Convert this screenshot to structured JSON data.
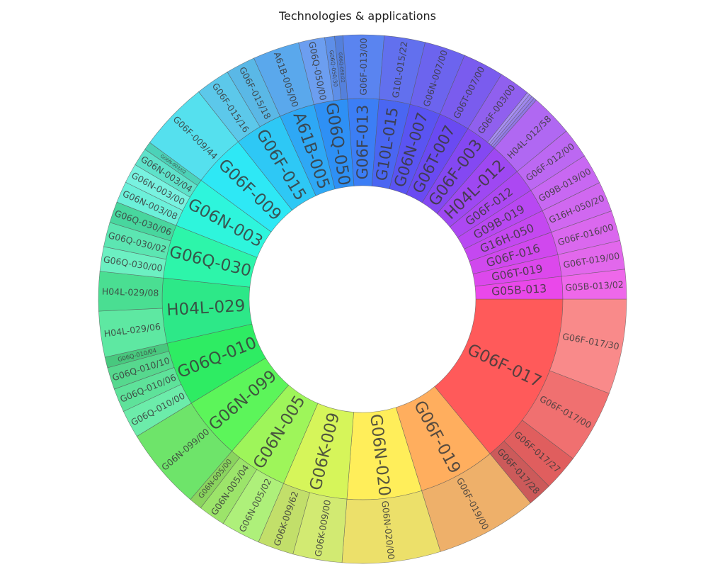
{
  "chart_data": {
    "type": "sunburst",
    "title": "Technologies & applications",
    "inner": [
      {
        "name": "G06F-017",
        "value": 14.0,
        "color": "#ff5a5a"
      },
      {
        "name": "G06F-019",
        "value": 6.2,
        "color": "#ffae5e"
      },
      {
        "name": "G06N-020",
        "value": 6.0,
        "color": "#ffee5a"
      },
      {
        "name": "G06K-009",
        "value": 5.2,
        "color": "#d6f55a"
      },
      {
        "name": "G06N-005",
        "value": 4.85,
        "color": "#9ef55a"
      },
      {
        "name": "G06N-099",
        "value": 5.0,
        "color": "#5cf55a"
      },
      {
        "name": "G06Q-010",
        "value": 5.15,
        "color": "#2eec63"
      },
      {
        "name": "H04L-029",
        "value": 5.2,
        "color": "#2de888"
      },
      {
        "name": "G06Q-030",
        "value": 4.3,
        "color": "#2df5aa"
      },
      {
        "name": "G06N-003",
        "value": 4.1,
        "color": "#2ef5dc"
      },
      {
        "name": "G06F-009",
        "value": 4.25,
        "color": "#2ee8f5"
      },
      {
        "name": "G06F-015",
        "value": 3.9,
        "color": "#2ec8f5"
      },
      {
        "name": "A61B-005",
        "value": 2.85,
        "color": "#2ea8f5"
      },
      {
        "name": "G06Q-050",
        "value": 2.7,
        "color": "#2e90f5"
      },
      {
        "name": "G06F-013",
        "value": 2.5,
        "color": "#3c7ef5"
      },
      {
        "name": "G10L-015",
        "value": 2.5,
        "color": "#4a66f2"
      },
      {
        "name": "G06N-007",
        "value": 2.5,
        "color": "#5a54f2"
      },
      {
        "name": "G06T-007",
        "value": 2.5,
        "color": "#6a4af2"
      },
      {
        "name": "G06F-003",
        "value": 2.6,
        "color": "#8448f2"
      },
      {
        "name": "H04L-012",
        "value": 2.6,
        "color": "#9e48f2"
      },
      {
        "name": "G06F-012",
        "value": 1.85,
        "color": "#ac48f2"
      },
      {
        "name": "G09B-019",
        "value": 1.85,
        "color": "#b848f2"
      },
      {
        "name": "G16H-050",
        "value": 1.85,
        "color": "#c448f0"
      },
      {
        "name": "G06F-016",
        "value": 1.85,
        "color": "#d048ee"
      },
      {
        "name": "G06T-019",
        "value": 1.75,
        "color": "#dc48ec"
      },
      {
        "name": "G05B-013",
        "value": 1.8,
        "color": "#ea48ea"
      }
    ],
    "outer": [
      {
        "parent": "G06F-017",
        "name": "G06F-017/30",
        "value": 5.8,
        "color": "#f98a8a"
      },
      {
        "parent": "G06F-017",
        "name": "G06F-017/00",
        "value": 4.5,
        "color": "#f07070"
      },
      {
        "parent": "G06F-017",
        "name": "G06F-017/27",
        "value": 2.2,
        "color": "#e05e5e"
      },
      {
        "parent": "G06F-017",
        "name": "G06F-017/28",
        "value": 1.5,
        "color": "#cc5a5a"
      },
      {
        "parent": "G06F-019",
        "name": "G06F-019/00",
        "value": 6.2,
        "color": "#eeb06a"
      },
      {
        "parent": "G06N-020",
        "name": "G06N-020/00",
        "value": 6.0,
        "color": "#ece06a"
      },
      {
        "parent": "G06K-009",
        "name": "G06K-009/00",
        "value": 3.0,
        "color": "#d2ea72"
      },
      {
        "parent": "G06K-009",
        "name": "G06K-009/62",
        "value": 2.2,
        "color": "#c2df6a"
      },
      {
        "parent": "G06N-005",
        "name": "G06N-005/02",
        "value": 2.4,
        "color": "#aef07a"
      },
      {
        "parent": "G06N-005",
        "name": "G06N-005/04",
        "value": 1.65,
        "color": "#9ce46a"
      },
      {
        "parent": "G06N-005",
        "name": "G06N-005/00",
        "value": 0.8,
        "color": "#8ad45e"
      },
      {
        "parent": "G06N-099",
        "name": "G06N-099/00",
        "value": 5.0,
        "color": "#6ee46a"
      },
      {
        "parent": "G06Q-010",
        "name": "G06Q-010/00",
        "value": 1.7,
        "color": "#6cecaa"
      },
      {
        "parent": "G06Q-010",
        "name": "G06Q-010/06",
        "value": 1.45,
        "color": "#5ee29a"
      },
      {
        "parent": "G06Q-010",
        "name": "G06Q-010/10",
        "value": 1.35,
        "color": "#56d88e"
      },
      {
        "parent": "G06Q-010",
        "name": "G06Q-010/04",
        "value": 0.65,
        "color": "#48c87e"
      },
      {
        "parent": "H04L-029",
        "name": "H04L-029/06",
        "value": 2.8,
        "color": "#5ee8a2"
      },
      {
        "parent": "H04L-029",
        "name": "H04L-029/08",
        "value": 2.4,
        "color": "#4ade92"
      },
      {
        "parent": "G06Q-030",
        "name": "G06Q-030/00",
        "value": 1.5,
        "color": "#6cf0c2"
      },
      {
        "parent": "G06Q-030",
        "name": "G06Q-030/02",
        "value": 1.5,
        "color": "#5ce6b2"
      },
      {
        "parent": "G06Q-030",
        "name": "G06Q-030/06",
        "value": 1.3,
        "color": "#48d69e"
      },
      {
        "parent": "G06N-003",
        "name": "G06N-003/08",
        "value": 1.3,
        "color": "#6cf0da"
      },
      {
        "parent": "G06N-003",
        "name": "G06N-003/00",
        "value": 1.2,
        "color": "#78f2e0"
      },
      {
        "parent": "G06N-003",
        "name": "G06N-003/04",
        "value": 1.1,
        "color": "#5ee2ca"
      },
      {
        "parent": "G06N-003",
        "name": "G06N-003/02",
        "value": 0.5,
        "color": "#4cd2b8"
      },
      {
        "parent": "G06F-009",
        "name": "G06F-009/44",
        "value": 4.25,
        "color": "#55e0ee"
      },
      {
        "parent": "G06F-015",
        "name": "G06F-015/16",
        "value": 2.1,
        "color": "#5cc8ea"
      },
      {
        "parent": "G06F-015",
        "name": "G06F-015/18",
        "value": 1.8,
        "color": "#5ab8e6"
      },
      {
        "parent": "A61B-005",
        "name": "A61B-005/00",
        "value": 2.85,
        "color": "#5aa8ec"
      },
      {
        "parent": "G06Q-050",
        "name": "G06Q-050/00",
        "value": 1.6,
        "color": "#6c9ef0"
      },
      {
        "parent": "G06Q-050",
        "name": "G06Q-050/30",
        "value": 0.6,
        "color": "#5e8fe8"
      },
      {
        "parent": "G06Q-050",
        "name": "G06Q-050/22",
        "value": 0.5,
        "color": "#5480dc"
      },
      {
        "parent": "G06F-013",
        "name": "G06F-013/00",
        "value": 2.5,
        "color": "#5a84f0"
      },
      {
        "parent": "G10L-015",
        "name": "G10L-015/22",
        "value": 2.5,
        "color": "#6270ee"
      },
      {
        "parent": "G06N-007",
        "name": "G06N-007/00",
        "value": 2.5,
        "color": "#6c64ee"
      },
      {
        "parent": "G06T-007",
        "name": "G06T-007/00",
        "value": 2.5,
        "color": "#7a5cee"
      },
      {
        "parent": "G06F-003",
        "name": "G06F-003/00",
        "value": 1.9,
        "color": "#9060ee"
      },
      {
        "parent": "G06F-003",
        "name": "",
        "value": 0.18,
        "color": "#a890f2"
      },
      {
        "parent": "G06F-003",
        "name": "",
        "value": 0.18,
        "color": "#a088ee"
      },
      {
        "parent": "G06F-003",
        "name": "",
        "value": 0.17,
        "color": "#9880ea"
      },
      {
        "parent": "G06F-003",
        "name": "",
        "value": 0.17,
        "color": "#9078e6"
      },
      {
        "parent": "H04L-012",
        "name": "H04L-012/58",
        "value": 2.6,
        "color": "#b068f2"
      },
      {
        "parent": "G06F-012",
        "name": "G06F-012/00",
        "value": 1.85,
        "color": "#bc68f2"
      },
      {
        "parent": "G09B-019",
        "name": "G09B-019/00",
        "value": 1.85,
        "color": "#c868f2"
      },
      {
        "parent": "G16H-050",
        "name": "G16H-050/20",
        "value": 1.85,
        "color": "#d068f0"
      },
      {
        "parent": "G06F-016",
        "name": "G06F-016/00",
        "value": 1.85,
        "color": "#da68ee"
      },
      {
        "parent": "G06T-019",
        "name": "G06T-019/00",
        "value": 1.75,
        "color": "#e268ec"
      },
      {
        "parent": "G05B-013",
        "name": "G05B-013/02",
        "value": 1.8,
        "color": "#ee68ea"
      }
    ]
  }
}
